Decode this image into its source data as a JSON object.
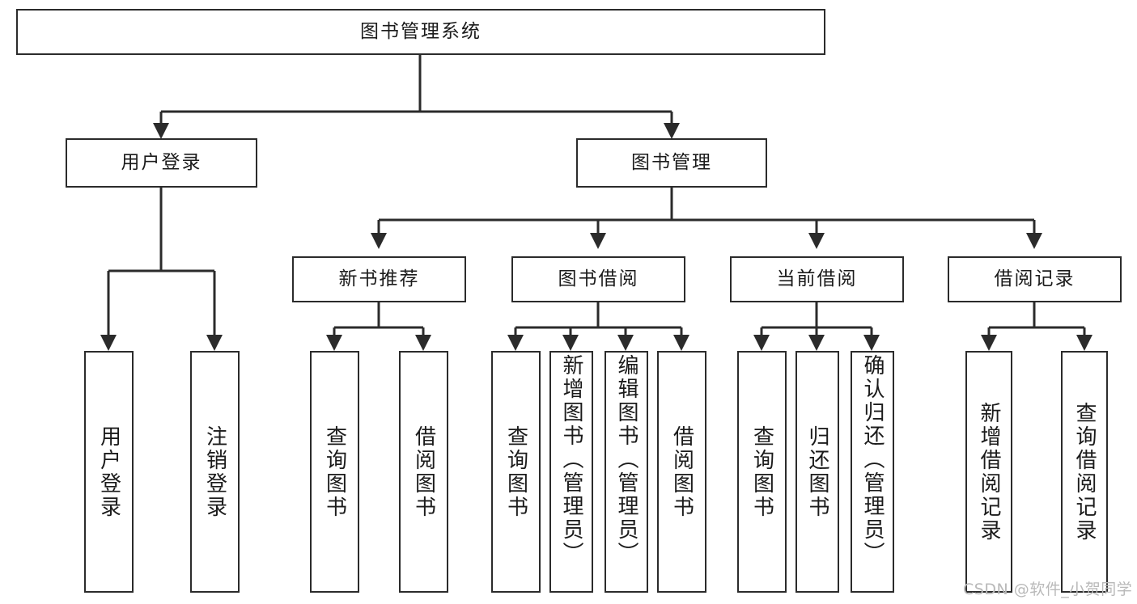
{
  "diagram": {
    "title_node": {
      "label": "图书管理系统"
    },
    "level1": [
      {
        "id": "user-login",
        "label": "用户登录"
      },
      {
        "id": "book-management",
        "label": "图书管理"
      }
    ],
    "level2": [
      {
        "id": "new-book-recommend",
        "label": "新书推荐"
      },
      {
        "id": "book-borrow",
        "label": "图书借阅"
      },
      {
        "id": "current-borrow",
        "label": "当前借阅"
      },
      {
        "id": "borrow-record",
        "label": "借阅记录"
      }
    ],
    "leaves": [
      {
        "id": "leaf-user-login",
        "label": "用户登录",
        "align": "center"
      },
      {
        "id": "leaf-logout-login",
        "label": "注销登录",
        "align": "center"
      },
      {
        "id": "leaf-query-book-1",
        "label": "查询图书",
        "align": "center"
      },
      {
        "id": "leaf-borrow-book-1",
        "label": "借阅图书",
        "align": "center"
      },
      {
        "id": "leaf-query-book-2",
        "label": "查询图书",
        "align": "center"
      },
      {
        "id": "leaf-add-book",
        "label": "新增图书（管理员）",
        "align": "top"
      },
      {
        "id": "leaf-edit-book",
        "label": "编辑图书（管理员）",
        "align": "top"
      },
      {
        "id": "leaf-borrow-book-2",
        "label": "借阅图书",
        "align": "center"
      },
      {
        "id": "leaf-query-book-3",
        "label": "查询图书",
        "align": "center"
      },
      {
        "id": "leaf-return-book",
        "label": "归还图书",
        "align": "center"
      },
      {
        "id": "leaf-confirm-return",
        "label": "确认归还（管理员）",
        "align": "top"
      },
      {
        "id": "leaf-add-borrow-record",
        "label": "新增借阅记录",
        "align": "center"
      },
      {
        "id": "leaf-query-borrow-record",
        "label": "查询借阅记录",
        "align": "center"
      }
    ]
  },
  "watermark": {
    "text": "CSDN @软件_小贺同学"
  },
  "colors": {
    "stroke": "#2b2b2b",
    "background": "#ffffff",
    "text": "#1b1b1b",
    "watermark": "#b9b9b9"
  }
}
